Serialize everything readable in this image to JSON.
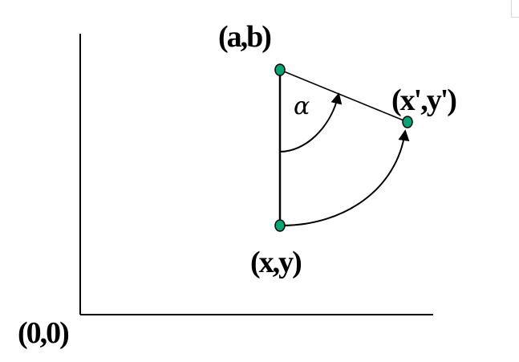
{
  "labels": {
    "pivot": "(a,b)",
    "rotated_point": "(x',y')",
    "original_point": "(x,y)",
    "origin": "(0,0)",
    "angle": "α"
  },
  "colors": {
    "point_fill": "#00a878",
    "stroke": "#000000"
  }
}
